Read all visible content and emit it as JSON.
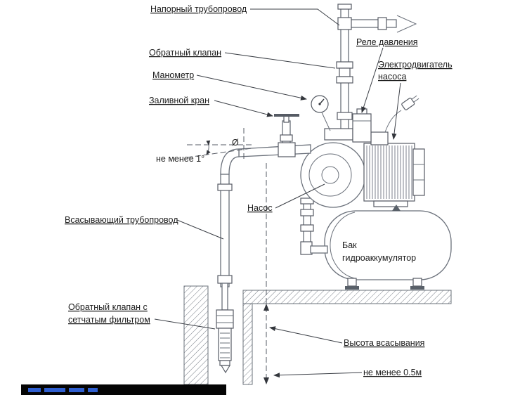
{
  "diagram": {
    "labels": {
      "pressure_pipe": "Напорный трубопровод",
      "check_valve": "Обратный клапан",
      "manometer": "Манометр",
      "filling_tap": "Заливной кран",
      "min_angle": "не менее 1°",
      "suction_pipe": "Всасывающий трубопровод",
      "foot_valve_line1": "Обратный клапан с",
      "foot_valve_line2": "сетчатым фильтром",
      "pressure_relay": "Реле давления",
      "motor_line1": "Электродвигатель",
      "motor_line2": "насоса",
      "pump": "Насос",
      "tank_line1": "Бак",
      "tank_line2": "гидроаккумулятор",
      "suction_height": "Высота всасывания",
      "min_depth": "не менее 0.5м",
      "diameter_symbol": "Ø"
    },
    "colors": {
      "line": "#565b64",
      "pipe_line": "#6a707a",
      "label": "#1c1c1c",
      "hatch": "#7a8089",
      "strip": "#050505",
      "strip_text": "#2f5fd0"
    }
  }
}
